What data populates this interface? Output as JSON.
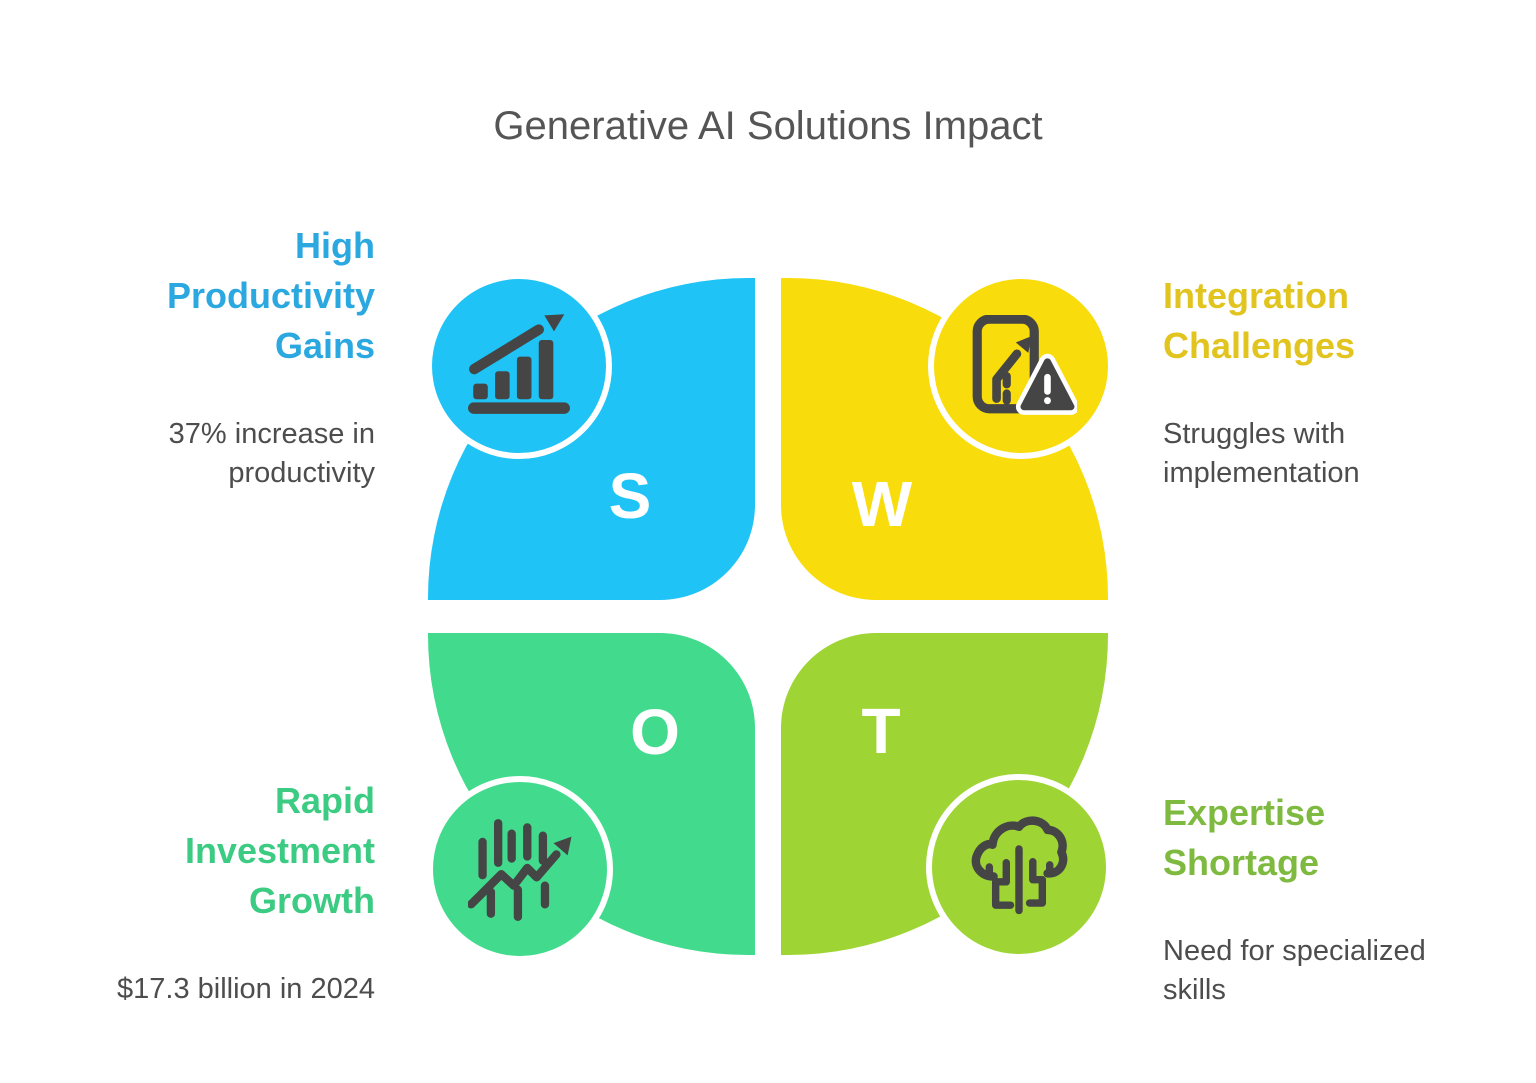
{
  "title": "Generative AI Solutions Impact",
  "diagram_type": "SWOT",
  "colors": {
    "background": "#FFFFFF",
    "title_text": "#555555",
    "body_text": "#4D4D4D",
    "icon_glyph": "#454545",
    "letter_text": "#FFFFFF"
  },
  "quadrants": [
    {
      "key": "strengths",
      "letter": "S",
      "heading": "High\nProductivity\nGains",
      "description": "37% increase in\nproductivity",
      "petal_color": "#1FC3F5",
      "heading_color": "#2BA8DF",
      "icon": "growth-bar-chart-icon"
    },
    {
      "key": "weaknesses",
      "letter": "W",
      "heading": "Integration\nChallenges",
      "description": "Struggles with\nimplementation",
      "petal_color": "#F9DC0B",
      "heading_color": "#E2C41F",
      "icon": "device-warning-icon"
    },
    {
      "key": "opportunities",
      "letter": "O",
      "heading": "Rapid\nInvestment\nGrowth",
      "description": "$17.3 billion in 2024",
      "petal_color": "#42DB8D",
      "heading_color": "#3CCB82",
      "icon": "candlestick-growth-icon"
    },
    {
      "key": "threats",
      "letter": "T",
      "heading": "Expertise\nShortage",
      "description": "Need for specialized\nskills",
      "petal_color": "#9FD435",
      "heading_color": "#7FBA40",
      "icon": "cloud-circuit-icon"
    }
  ]
}
